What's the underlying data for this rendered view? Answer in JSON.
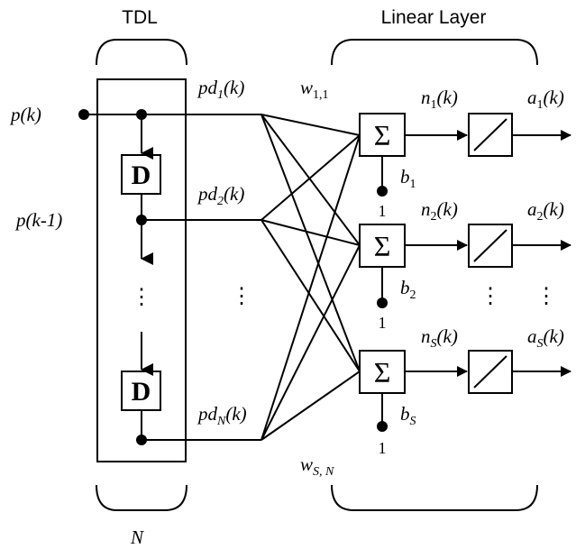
{
  "headers": {
    "tdl": "TDL",
    "linear_layer": "Linear Layer"
  },
  "input_label": "p(k)",
  "delayed_input_label": "p(k-1)",
  "tdl_count_label": "N",
  "delay_block_label": "D",
  "summer_symbol": "Σ",
  "bias_input": "1",
  "ellipsis": "⋮",
  "tap_labels": [
    {
      "base": "pd",
      "sub": "1",
      "arg": "(k)"
    },
    {
      "base": "pd",
      "sub": "2",
      "arg": "(k)"
    },
    {
      "base": "pd",
      "sub": "N",
      "arg": "(k)"
    }
  ],
  "weight_labels": [
    {
      "base": "w",
      "sub": "1,1"
    },
    {
      "base": "w",
      "sub": "S, N"
    }
  ],
  "bias_labels": [
    {
      "base": "b",
      "sub": "1"
    },
    {
      "base": "b",
      "sub": "2"
    },
    {
      "base": "b",
      "sub": "S"
    }
  ],
  "net_input_labels": [
    {
      "base": "n",
      "sub": "1",
      "arg": "(k)"
    },
    {
      "base": "n",
      "sub": "2",
      "arg": "(k)"
    },
    {
      "base": "n",
      "sub": "S",
      "arg": "(k)"
    }
  ],
  "output_labels": [
    {
      "base": "a",
      "sub": "1",
      "arg": "(k)"
    },
    {
      "base": "a",
      "sub": "2",
      "arg": "(k)"
    },
    {
      "base": "a",
      "sub": "S",
      "arg": "(k)"
    }
  ]
}
